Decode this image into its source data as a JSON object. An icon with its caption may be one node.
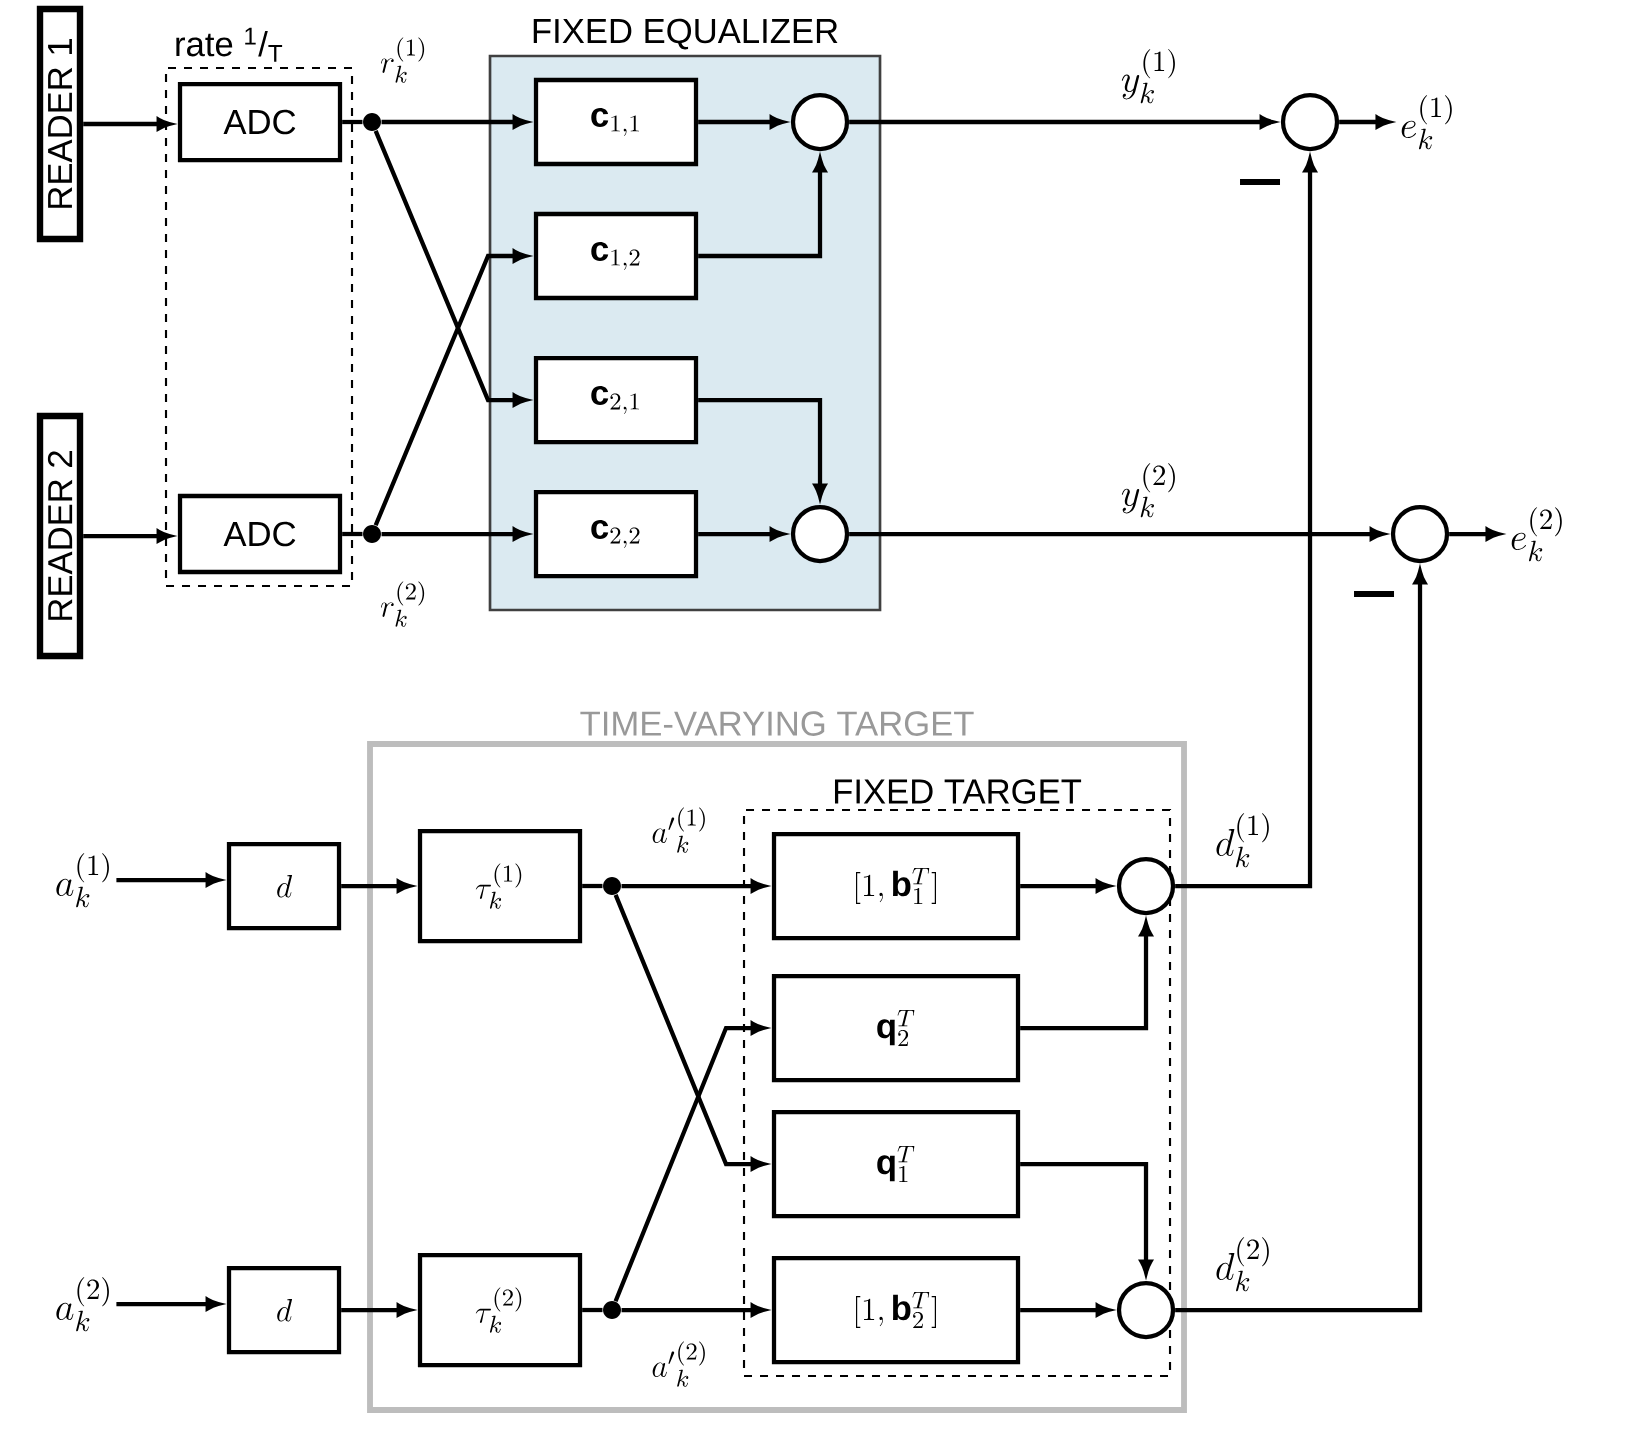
{
  "diagram": {
    "nodes": [
      {
        "text": [
          "READER 1"
        ]
      },
      {
        "text": [
          "READER 2"
        ]
      },
      {
        "text": [
          "rate $^{1}$/$_{T}$"
        ]
      },
      {
        "text": [
          "ADC"
        ],
        "in": 2
      },
      {
        "text": [
          "ADC"
        ],
        "in": 2
      },
      {
        "text": [],
        "shape": "circle",
        "beside": [
          "r_k^{(1)}"
        ]
      },
      {
        "text": [],
        "shape": "circle",
        "beside": [
          "r_k^{(2)}"
        ]
      },
      {
        "text": [
          "FIXED EQUALIZER"
        ]
      },
      {
        "text": [
          "\\mathbf{c}_{1,1}"
        ],
        "in": 7
      },
      {
        "text": [
          "\\mathbf{c}_{1,2}"
        ],
        "in": 7
      },
      {
        "text": [
          "\\mathbf{c}_{2,1}"
        ],
        "in": 7
      },
      {
        "text": [
          "\\mathbf{c}_{2,2}"
        ],
        "in": 7
      },
      {
        "text": [],
        "shape": "circle",
        "in": 7
      },
      {
        "text": [],
        "shape": "circle",
        "in": 7
      },
      {
        "text": [],
        "shape": "circle"
      },
      {
        "text": [],
        "shape": "circle"
      },
      {
        "text": [
          "e_k^{(1)}"
        ]
      },
      {
        "text": [
          "e_k^{(2)}"
        ]
      },
      {
        "text": [
          "TIME-VARYING TARGET"
        ]
      },
      {
        "text": [
          "FIXED TARGET"
        ],
        "in": 18
      },
      {
        "text": [
          "a_k^{(1)}"
        ]
      },
      {
        "text": [
          "a_k^{(2)}"
        ]
      },
      {
        "text": [
          "d"
        ]
      },
      {
        "text": [
          "d"
        ]
      },
      {
        "text": [
          "\\tau_k^{(1)}"
        ],
        "in": 18
      },
      {
        "text": [
          "\\tau_k^{(2)}"
        ],
        "in": 18
      },
      {
        "text": [],
        "shape": "circle",
        "in": 18,
        "beside": [
          "{a'}_k^{(1)}"
        ]
      },
      {
        "text": [],
        "shape": "circle",
        "in": 18,
        "beside": [
          "{a'}_k^{(2)}"
        ]
      },
      {
        "text": [
          "[1,\\mathbf{b}_1^T]"
        ],
        "in": 19
      },
      {
        "text": [
          "\\mathbf{q}_2^T"
        ],
        "in": 19
      },
      {
        "text": [
          "\\mathbf{q}_1^T"
        ],
        "in": 19
      },
      {
        "text": [
          "[1,\\mathbf{b}_2^T]"
        ],
        "in": 19
      },
      {
        "text": [],
        "shape": "circle",
        "in": 19
      },
      {
        "text": [],
        "shape": "circle",
        "in": 19
      }
    ],
    "edges": [
      {
        "from": 0,
        "to": 3,
        "arrow": "to"
      },
      {
        "from": 1,
        "to": 4,
        "arrow": "to"
      },
      {
        "from": 3,
        "to": 5,
        "arrow": "none"
      },
      {
        "from": 4,
        "to": 6,
        "arrow": "none"
      },
      {
        "from": 5,
        "to": 8,
        "arrow": "to"
      },
      {
        "from": 5,
        "to": 10,
        "arrow": "to"
      },
      {
        "from": 6,
        "to": 9,
        "arrow": "to"
      },
      {
        "from": 6,
        "to": 11,
        "arrow": "to"
      },
      {
        "from": 8,
        "to": 12,
        "arrow": "to"
      },
      {
        "from": 9,
        "to": 12,
        "arrow": "to"
      },
      {
        "from": 10,
        "to": 13,
        "arrow": "to"
      },
      {
        "from": 11,
        "to": 13,
        "arrow": "to"
      },
      {
        "from": 12,
        "to": 14,
        "arrow": "to",
        "label": "y_k^{(1)}"
      },
      {
        "from": 13,
        "to": 15,
        "arrow": "to",
        "label": "y_k^{(2)}"
      },
      {
        "from": 14,
        "to": 16,
        "arrow": "to"
      },
      {
        "from": 15,
        "to": 17,
        "arrow": "to"
      },
      {
        "from": 20,
        "to": 22,
        "arrow": "to"
      },
      {
        "from": 21,
        "to": 23,
        "arrow": "to"
      },
      {
        "from": 22,
        "to": 24,
        "arrow": "to"
      },
      {
        "from": 23,
        "to": 25,
        "arrow": "to"
      },
      {
        "from": 24,
        "to": 26,
        "arrow": "none"
      },
      {
        "from": 25,
        "to": 27,
        "arrow": "none"
      },
      {
        "from": 26,
        "to": 28,
        "arrow": "to"
      },
      {
        "from": 26,
        "to": 30,
        "arrow": "to"
      },
      {
        "from": 27,
        "to": 29,
        "arrow": "to"
      },
      {
        "from": 27,
        "to": 31,
        "arrow": "to"
      },
      {
        "from": 28,
        "to": 32,
        "arrow": "to"
      },
      {
        "from": 29,
        "to": 32,
        "arrow": "to"
      },
      {
        "from": 30,
        "to": 33,
        "arrow": "to"
      },
      {
        "from": 31,
        "to": 33,
        "arrow": "to"
      },
      {
        "from": 32,
        "to": 14,
        "arrow": "to",
        "label": "d_k^{(1)}"
      },
      {
        "from": 33,
        "to": 15,
        "arrow": "to",
        "label": "d_k^{(2)}"
      }
    ]
  }
}
